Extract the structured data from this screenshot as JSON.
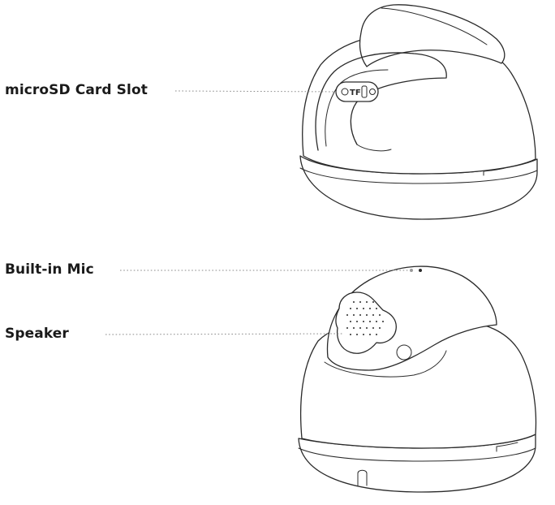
{
  "labels": {
    "sd_slot": "microSD Card Slot",
    "mic": "Built-in Mic",
    "speaker": "Speaker",
    "slot_marking": "TF"
  },
  "colors": {
    "line": "#2a2a2a",
    "leader": "#8a8a8a",
    "text": "#1a1a1a",
    "background": "#ffffff"
  }
}
